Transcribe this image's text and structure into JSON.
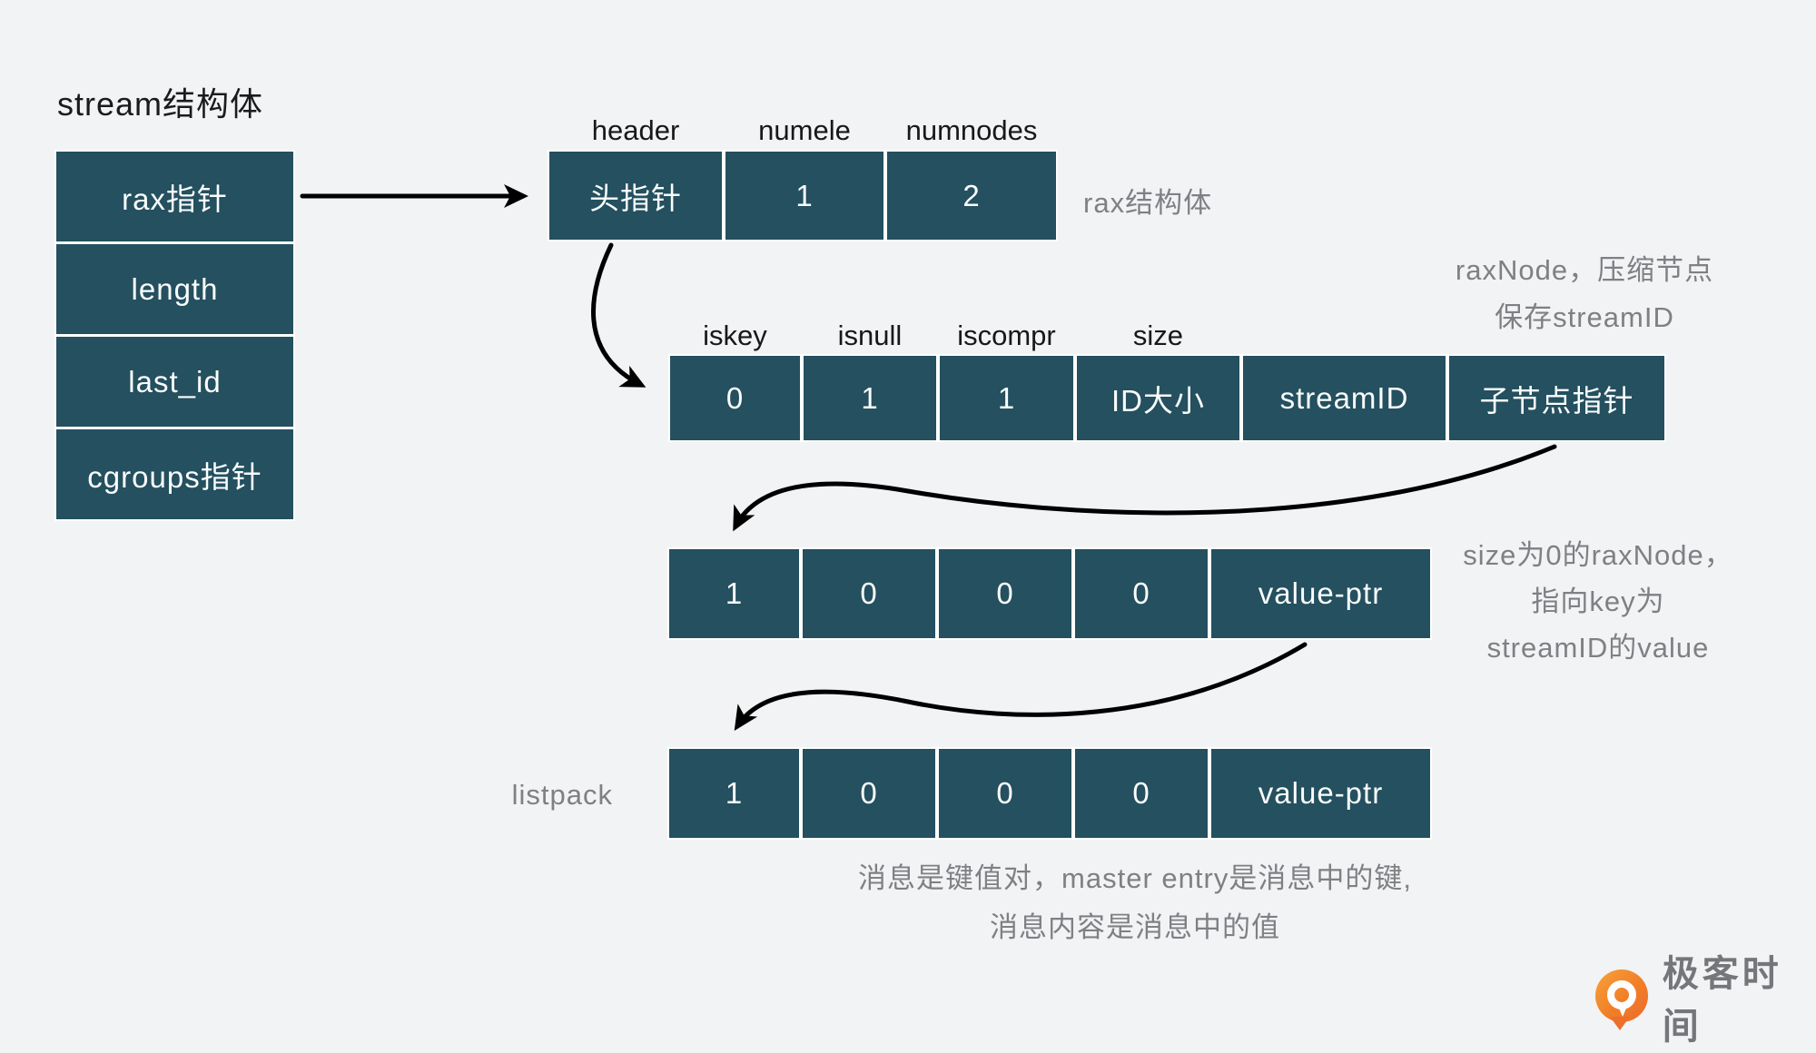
{
  "colors": {
    "background": "#f1f3f4",
    "box_fill": "#24505f",
    "box_divider": "#ffffff",
    "label_ink": "#17181a",
    "muted_text": "#7e8084",
    "arrow": "#000000",
    "logo_orange": "#f07f28",
    "logo_text_gray": "#75767a"
  },
  "title": "stream结构体",
  "stream_struct": {
    "fields": [
      "rax指针",
      "length",
      "last_id",
      "cgroups指针"
    ]
  },
  "rax_row": {
    "labels": [
      "header",
      "numele",
      "numnodes"
    ],
    "cells": [
      "头指针",
      "1",
      "2"
    ],
    "caption": "rax结构体"
  },
  "raxnode_row": {
    "labels": [
      "iskey",
      "isnull",
      "iscompr",
      "size"
    ],
    "cells": [
      "0",
      "1",
      "1",
      "ID大小",
      "streamID",
      "子节点指针"
    ],
    "caption": [
      "raxNode，压缩节点",
      "保存streamID"
    ]
  },
  "size0_row": {
    "cells": [
      "1",
      "0",
      "0",
      "0",
      "value-ptr"
    ],
    "caption": [
      "size为0的raxNode，",
      "指向key为",
      "streamID的value"
    ]
  },
  "listpack_row": {
    "label": "listpack",
    "cells": [
      "1",
      "0",
      "0",
      "0",
      "value-ptr"
    ]
  },
  "footnote": [
    "消息是键值对，master entry是消息中的键,",
    "消息内容是消息中的值"
  ],
  "logo": {
    "icon": "geektime-pin-icon",
    "text": "极客时间"
  }
}
